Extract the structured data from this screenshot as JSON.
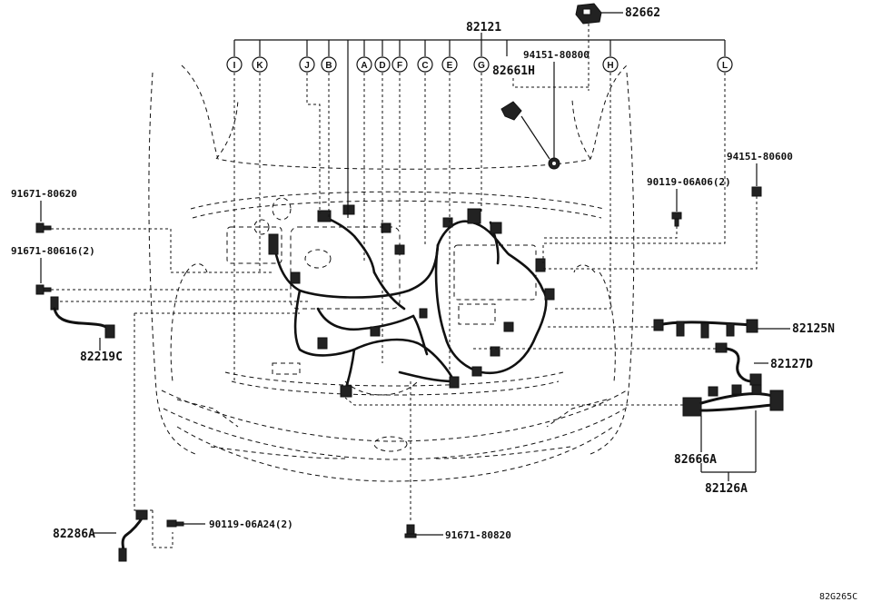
{
  "diagram": {
    "main_part": "82121",
    "parts": {
      "p82662": "82662",
      "p94151_80800": "94151-80800",
      "p82661H": "82661H",
      "p94151_80600": "94151-80600",
      "p90119_06A06": "90119-06A06(2)",
      "p91671_80620": "91671-80620",
      "p91671_80616": "91671-80616(2)",
      "p82219C": "82219C",
      "p82125N": "82125N",
      "p82127D": "82127D",
      "p82666A": "82666A",
      "p82126A": "82126A",
      "p82286A": "82286A",
      "p90119_06A24": "90119-06A24(2)",
      "p91671_80820": "91671-80820"
    },
    "callouts": [
      "I",
      "K",
      "J",
      "B",
      "A",
      "D",
      "F",
      "C",
      "E",
      "G",
      "H",
      "L"
    ],
    "figure_code": "82G265C"
  }
}
